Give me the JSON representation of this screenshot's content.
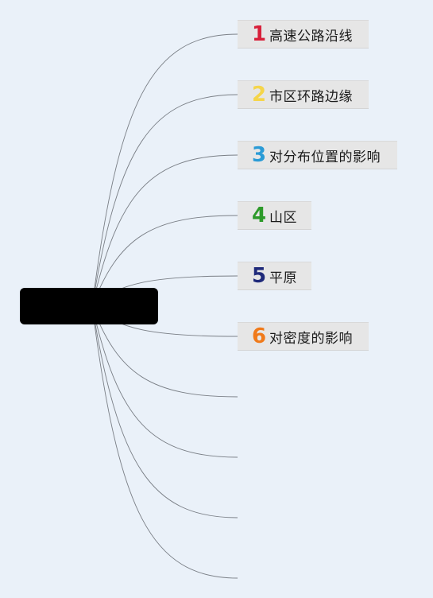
{
  "root": {
    "label": "",
    "color": "#000000"
  },
  "branches": [
    {
      "number": "1",
      "label": "高速公路沿线",
      "color": "#d8203a"
    },
    {
      "number": "2",
      "label": "市区环路边缘",
      "color": "#f5d54a"
    },
    {
      "number": "3",
      "label": "对分布位置的影响",
      "color": "#2a9bd6"
    },
    {
      "number": "4",
      "label": "山区",
      "color": "#2d9a2a"
    },
    {
      "number": "5",
      "label": "平原",
      "color": "#1f2a7a"
    },
    {
      "number": "6",
      "label": "对密度的影响",
      "color": "#f07a1a"
    }
  ],
  "connector_color": "#7a7f86"
}
